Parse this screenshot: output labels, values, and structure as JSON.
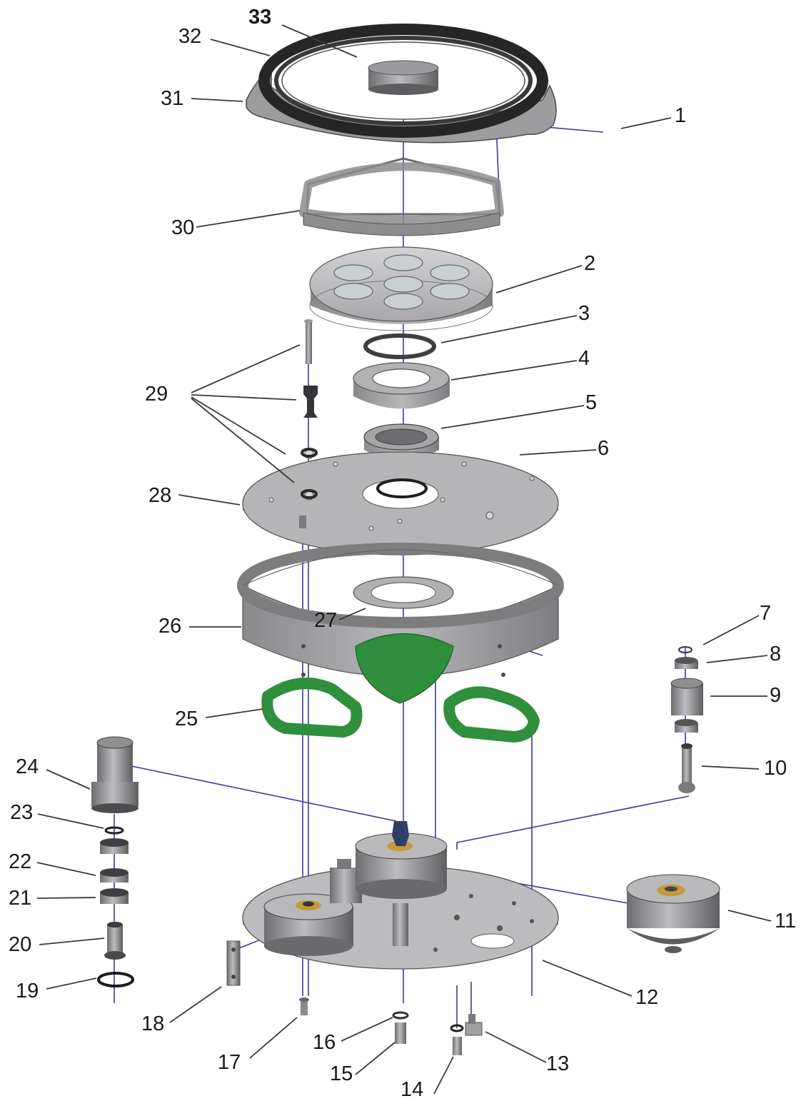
{
  "figure": {
    "labels": [
      "1",
      "2",
      "3",
      "4",
      "5",
      "6",
      "7",
      "8",
      "9",
      "10",
      "11",
      "12",
      "13",
      "14",
      "15",
      "16",
      "17",
      "18",
      "19",
      "20",
      "21",
      "22",
      "23",
      "24",
      "25",
      "26",
      "27",
      "28",
      "29",
      "30",
      "31",
      "32",
      "33"
    ]
  },
  "colors": {
    "part_grey": "#a9a9ab",
    "part_dark": "#6f6f72",
    "belt_green": "#2f8f3c",
    "gasket_black": "#262626",
    "bronze": "#c49a3a",
    "axis_line": "#3a3a9a",
    "leader_line": "#3a3a3a"
  }
}
